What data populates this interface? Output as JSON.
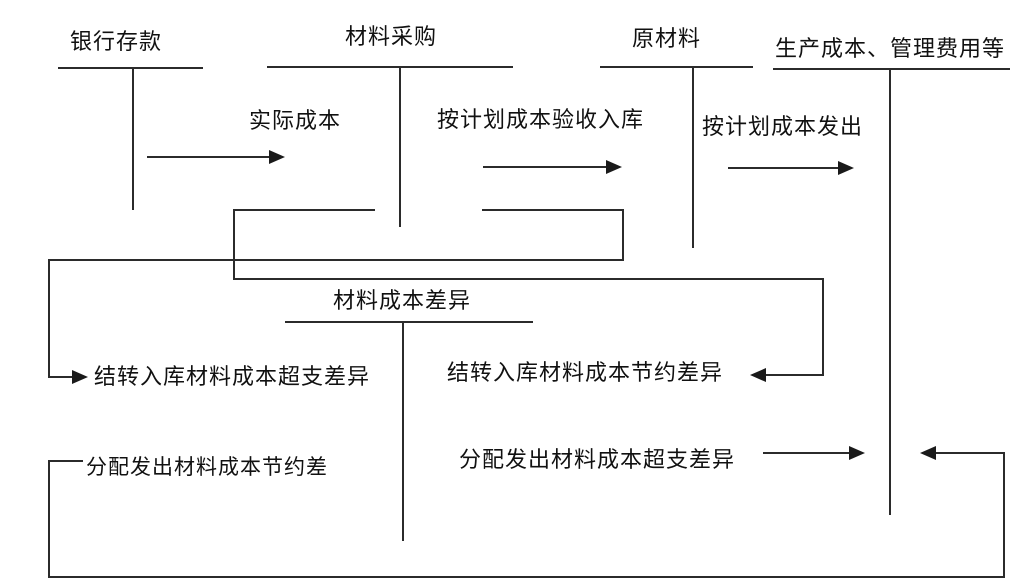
{
  "diagram": {
    "accounts": [
      {
        "id": "bank",
        "title": "银行存款"
      },
      {
        "id": "material-purchase",
        "title": "材料采购"
      },
      {
        "id": "raw-material",
        "title": "原材料"
      },
      {
        "id": "production-cost",
        "title": "生产成本、管理费用等"
      },
      {
        "id": "material-cost-variance",
        "title": "材料成本差异"
      }
    ],
    "labels": {
      "actual_cost": "实际成本",
      "receive_planned": "按计划成本验收入库",
      "issue_planned": "按计划成本发出",
      "transfer_overspend": "结转入库材料成本超支差异",
      "transfer_saving": "结转入库材料成本节约差异",
      "allocate_saving": "分配发出材料成本节约差",
      "allocate_overspend": "分配发出材料成本超支差异"
    },
    "colors": {
      "line": "#2b2b2b",
      "text": "#111111",
      "background": "#ffffff"
    }
  }
}
